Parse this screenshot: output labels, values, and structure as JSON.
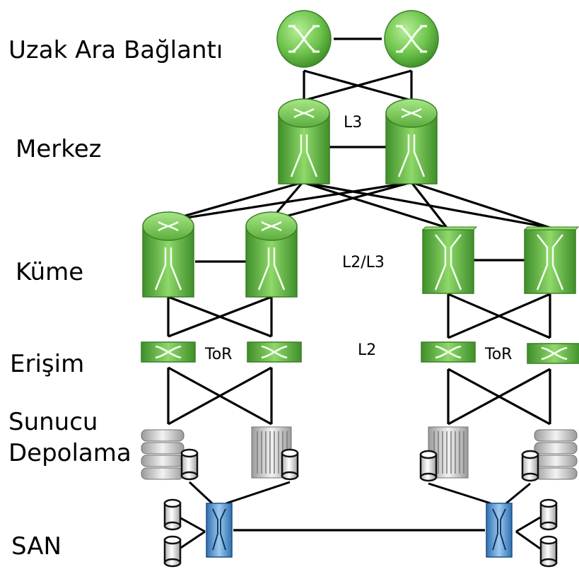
{
  "tiers": {
    "core_interconnect": "Uzak Ara Bağlantı",
    "core": "Merkez",
    "cluster": "Küme",
    "access": "Erişim",
    "server": "Sunucu",
    "storage": "Depolama",
    "san": "SAN"
  },
  "layers": {
    "l3": "L3",
    "l2l3": "L2/L3",
    "l2": "L2",
    "tor_left": "ToR",
    "tor_right": "ToR"
  },
  "colors": {
    "switch_green": "#6cc24a",
    "switch_green_dark": "#3f8f2a",
    "san_blue": "#5b9bd5",
    "server_gray": "#c8c8c8",
    "line": "#000000"
  }
}
